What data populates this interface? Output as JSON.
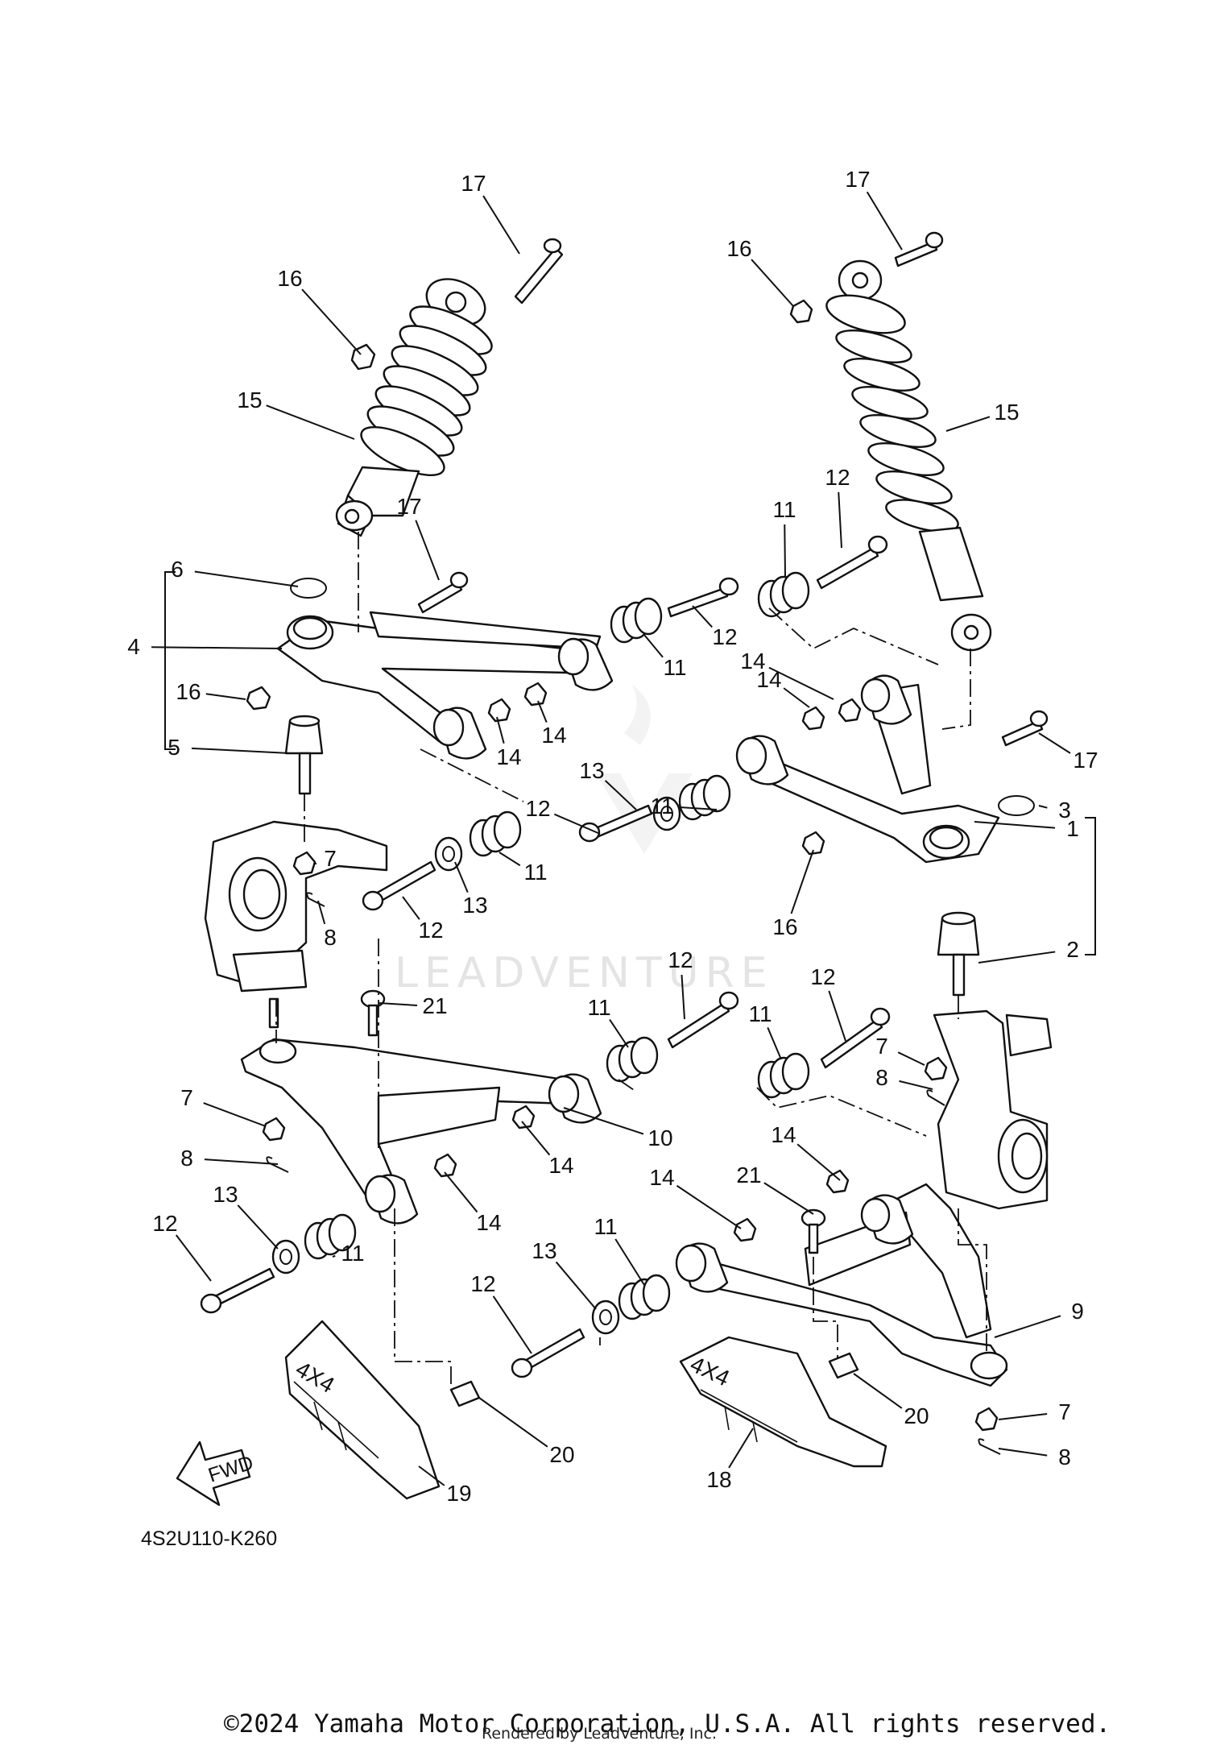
{
  "diagram": {
    "code": "4S2U110-K260",
    "fwd_label": "FWD",
    "guard_label": "4X4",
    "watermark": "LEADVENTURE"
  },
  "footer": {
    "copyright": "©2024 Yamaha Motor Corporation, U.S.A. All rights reserved.",
    "rendered_by": "Rendered by LeadVenture, Inc."
  },
  "callouts": [
    {
      "num": "1"
    },
    {
      "num": "2"
    },
    {
      "num": "3"
    },
    {
      "num": "4"
    },
    {
      "num": "5"
    },
    {
      "num": "6"
    },
    {
      "num": "7"
    },
    {
      "num": "7"
    },
    {
      "num": "7"
    },
    {
      "num": "7"
    },
    {
      "num": "8"
    },
    {
      "num": "8"
    },
    {
      "num": "8"
    },
    {
      "num": "8"
    },
    {
      "num": "9"
    },
    {
      "num": "10"
    },
    {
      "num": "11"
    },
    {
      "num": "11"
    },
    {
      "num": "11"
    },
    {
      "num": "11"
    },
    {
      "num": "11"
    },
    {
      "num": "11"
    },
    {
      "num": "11"
    },
    {
      "num": "11"
    },
    {
      "num": "12"
    },
    {
      "num": "12"
    },
    {
      "num": "12"
    },
    {
      "num": "12"
    },
    {
      "num": "12"
    },
    {
      "num": "12"
    },
    {
      "num": "12"
    },
    {
      "num": "12"
    },
    {
      "num": "13"
    },
    {
      "num": "13"
    },
    {
      "num": "13"
    },
    {
      "num": "13"
    },
    {
      "num": "14"
    },
    {
      "num": "14"
    },
    {
      "num": "14"
    },
    {
      "num": "14"
    },
    {
      "num": "14"
    },
    {
      "num": "14"
    },
    {
      "num": "14"
    },
    {
      "num": "14"
    },
    {
      "num": "15"
    },
    {
      "num": "15"
    },
    {
      "num": "16"
    },
    {
      "num": "16"
    },
    {
      "num": "16"
    },
    {
      "num": "16"
    },
    {
      "num": "17"
    },
    {
      "num": "17"
    },
    {
      "num": "17"
    },
    {
      "num": "17"
    },
    {
      "num": "18"
    },
    {
      "num": "19"
    },
    {
      "num": "20"
    },
    {
      "num": "20"
    },
    {
      "num": "21"
    },
    {
      "num": "21"
    }
  ]
}
